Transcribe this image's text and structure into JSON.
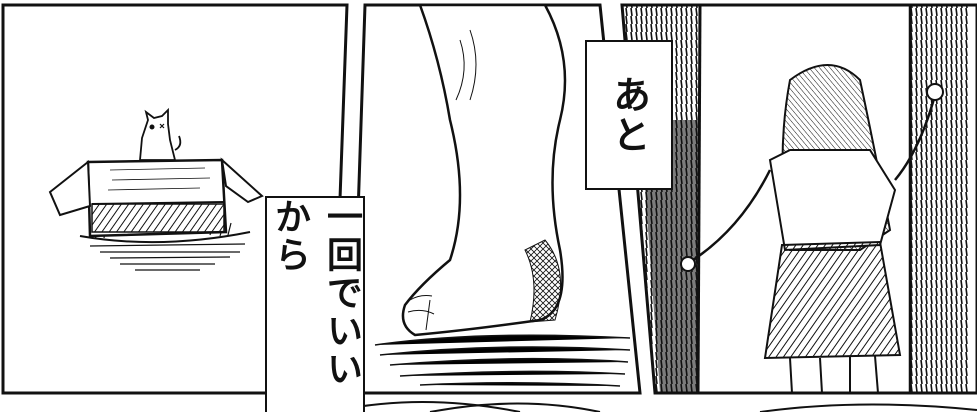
{
  "captions": {
    "ato": "あと",
    "ikkai": "一回でいいから"
  },
  "colors": {
    "ink": "#111111",
    "paper": "#ffffff"
  },
  "panels": [
    "cat-on-box-panel",
    "foot-stepping-panel",
    "girl-at-door-panel"
  ]
}
